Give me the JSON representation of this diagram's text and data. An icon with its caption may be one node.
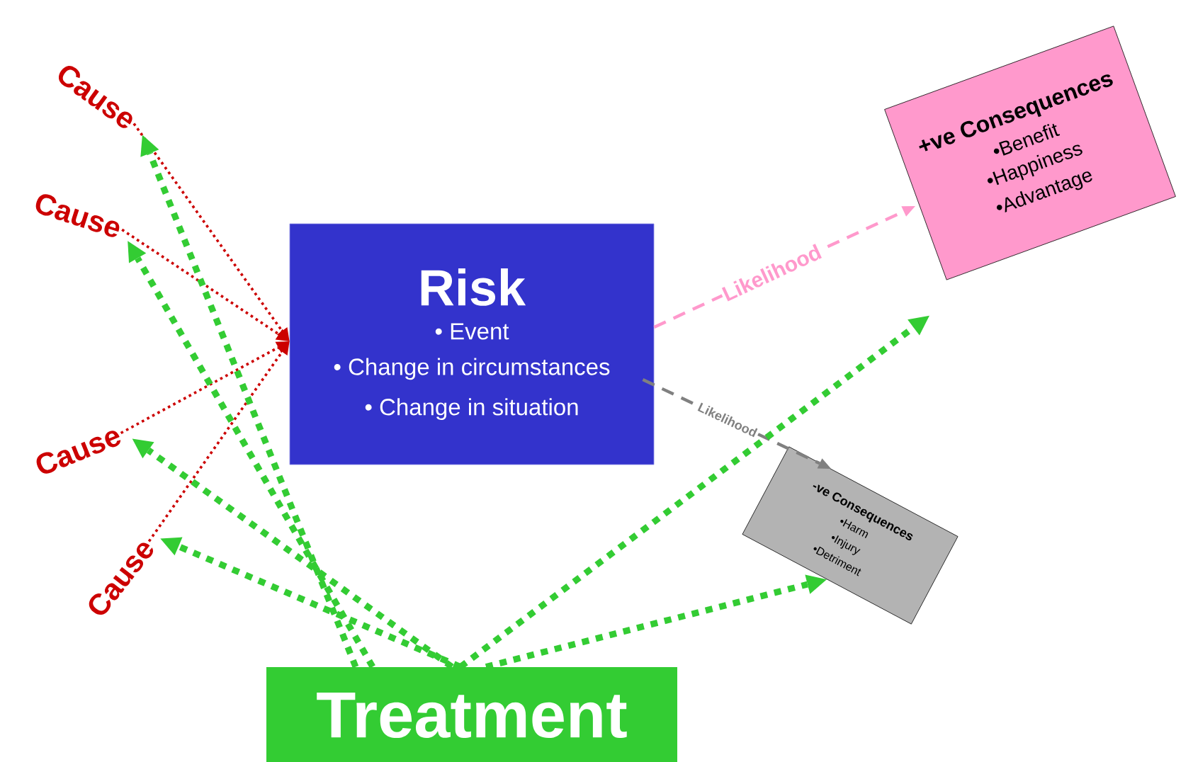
{
  "diagram": {
    "nodes": [
      {
        "text": [
          "Risk",
          "• Event",
          "• Change in circumstances",
          "• Change in situation"
        ]
      },
      {
        "text": [
          "Cause"
        ]
      },
      {
        "text": [
          "Cause"
        ]
      },
      {
        "text": [
          "Cause"
        ]
      },
      {
        "text": [
          "Cause"
        ]
      },
      {
        "text": [
          "+ve Consequences",
          "•Benefit",
          "•Happiness",
          "•Advantage"
        ]
      },
      {
        "text": [
          "-ve Consequences",
          "•Harm",
          "•Injury",
          "•Detriment"
        ]
      },
      {
        "text": [
          "Treatment"
        ]
      }
    ],
    "edges": [
      {
        "from": 1,
        "to": 0,
        "arrow": "to",
        "color": "#cc0000"
      },
      {
        "from": 2,
        "to": 0,
        "arrow": "to",
        "color": "#cc0000"
      },
      {
        "from": 3,
        "to": 0,
        "arrow": "to",
        "color": "#cc0000"
      },
      {
        "from": 4,
        "to": 0,
        "arrow": "to",
        "color": "#cc0000"
      },
      {
        "from": 7,
        "to": 1,
        "arrow": "to",
        "style": "dashed"
      },
      {
        "from": 7,
        "to": 2,
        "arrow": "to",
        "style": "dashed"
      },
      {
        "from": 7,
        "to": 3,
        "arrow": "to",
        "style": "dashed"
      },
      {
        "from": 7,
        "to": 4,
        "arrow": "to",
        "style": "dashed"
      },
      {
        "from": 0,
        "to": 5,
        "arrow": "to",
        "label": "Likelihood",
        "style": "dashed",
        "color": "#ff99cc"
      },
      {
        "from": 0,
        "to": 6,
        "arrow": "to",
        "label": "Likelihood",
        "style": "dashed",
        "color": "#808080"
      },
      {
        "from": 7,
        "to": 5,
        "arrow": "to",
        "style": "dashed"
      },
      {
        "from": 7,
        "to": 6,
        "arrow": "to",
        "style": "dashed"
      }
    ]
  }
}
